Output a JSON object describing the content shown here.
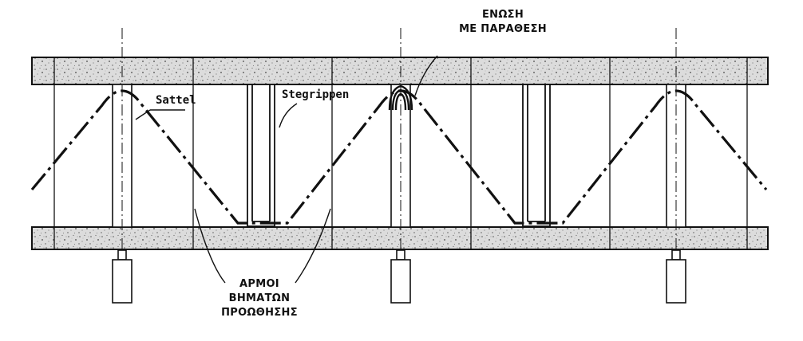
{
  "labels": {
    "sattel": "Sattel",
    "stegrippen": "Stegrippen",
    "enosi_line1": "ΕΝΩΣΗ",
    "enosi_line2": "ΜΕ ΠΑΡΑΘΕΣΗ",
    "armoi_line1": "ΑΡΜΟΙ",
    "armoi_line2": "ΒΗΜΑΤΩΝ",
    "armoi_line3": "ΠΡΟΩΘΗΣΗΣ"
  },
  "colors": {
    "ink": "#111111",
    "slab_fill": "#d9d9d9",
    "background": "#ffffff"
  }
}
